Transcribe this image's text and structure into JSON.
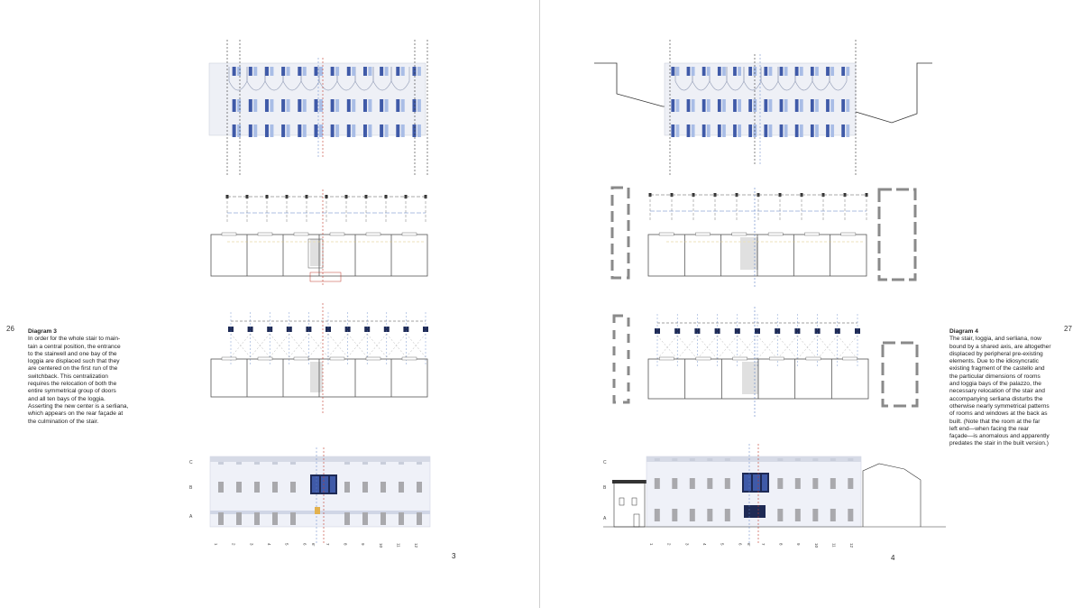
{
  "spread": {
    "left": {
      "page_number": "26",
      "figure_number": "3",
      "caption": {
        "title": "Diagram 3",
        "lines": [
          "In order for the whole stair to main-",
          "tain a central position, the entrance",
          "to the stairwell and one bay of the",
          "loggia are displaced such that they",
          "are centered on the first run of the",
          "switchback. This centralization",
          "requires the relocation of both the",
          "entire symmetrical group of doors",
          "and all ten bays of the loggia.",
          "Asserting the new center is a serliana,",
          "which appears on the rear façade at",
          "the culmination of the stair."
        ]
      }
    },
    "right": {
      "page_number": "27",
      "figure_number": "4",
      "caption": {
        "title": "Diagram 4",
        "lines": [
          "The stair, loggia, and serliana, now",
          "bound by a shared axis, are altogether",
          "displaced by peripheral pre-existing",
          "elements. Due to the idiosyncratic",
          "existing fragment of the castello and",
          "the particular dimensions of rooms",
          "and loggia bays of the palazzo, the",
          "necessary relocation of the stair and",
          "accompanying serliana disturbs the",
          "otherwise nearly symmetrical patterns",
          "of rooms and windows at the back as",
          "built. (Note that the room at the far",
          "left end—when facing the rear",
          "façade—is anomalous and apparently",
          "predates the stair in the built version.)"
        ]
      }
    }
  },
  "elevation": {
    "row_labels": [
      "C",
      "B",
      "A"
    ],
    "left_axis_labels": [
      "1",
      "2",
      "3",
      "4",
      "5",
      "6",
      "6'",
      "7",
      "8",
      "9",
      "10",
      "11",
      "12"
    ],
    "right_axis_labels": [
      "1",
      "2",
      "3",
      "4",
      "5",
      "6",
      "6'",
      "7",
      "8",
      "9",
      "10",
      "11",
      "12"
    ]
  },
  "colors": {
    "wall": "#a9a9ad",
    "window_blue": "#3f5aa8",
    "window_light": "#a9bde6",
    "plan_line": "#555555",
    "axis_red": "#c0392b",
    "axis_blue": "#5a7fc4",
    "serliana_dark": "#1e2a55",
    "accent_yellow": "#e3b14d"
  }
}
